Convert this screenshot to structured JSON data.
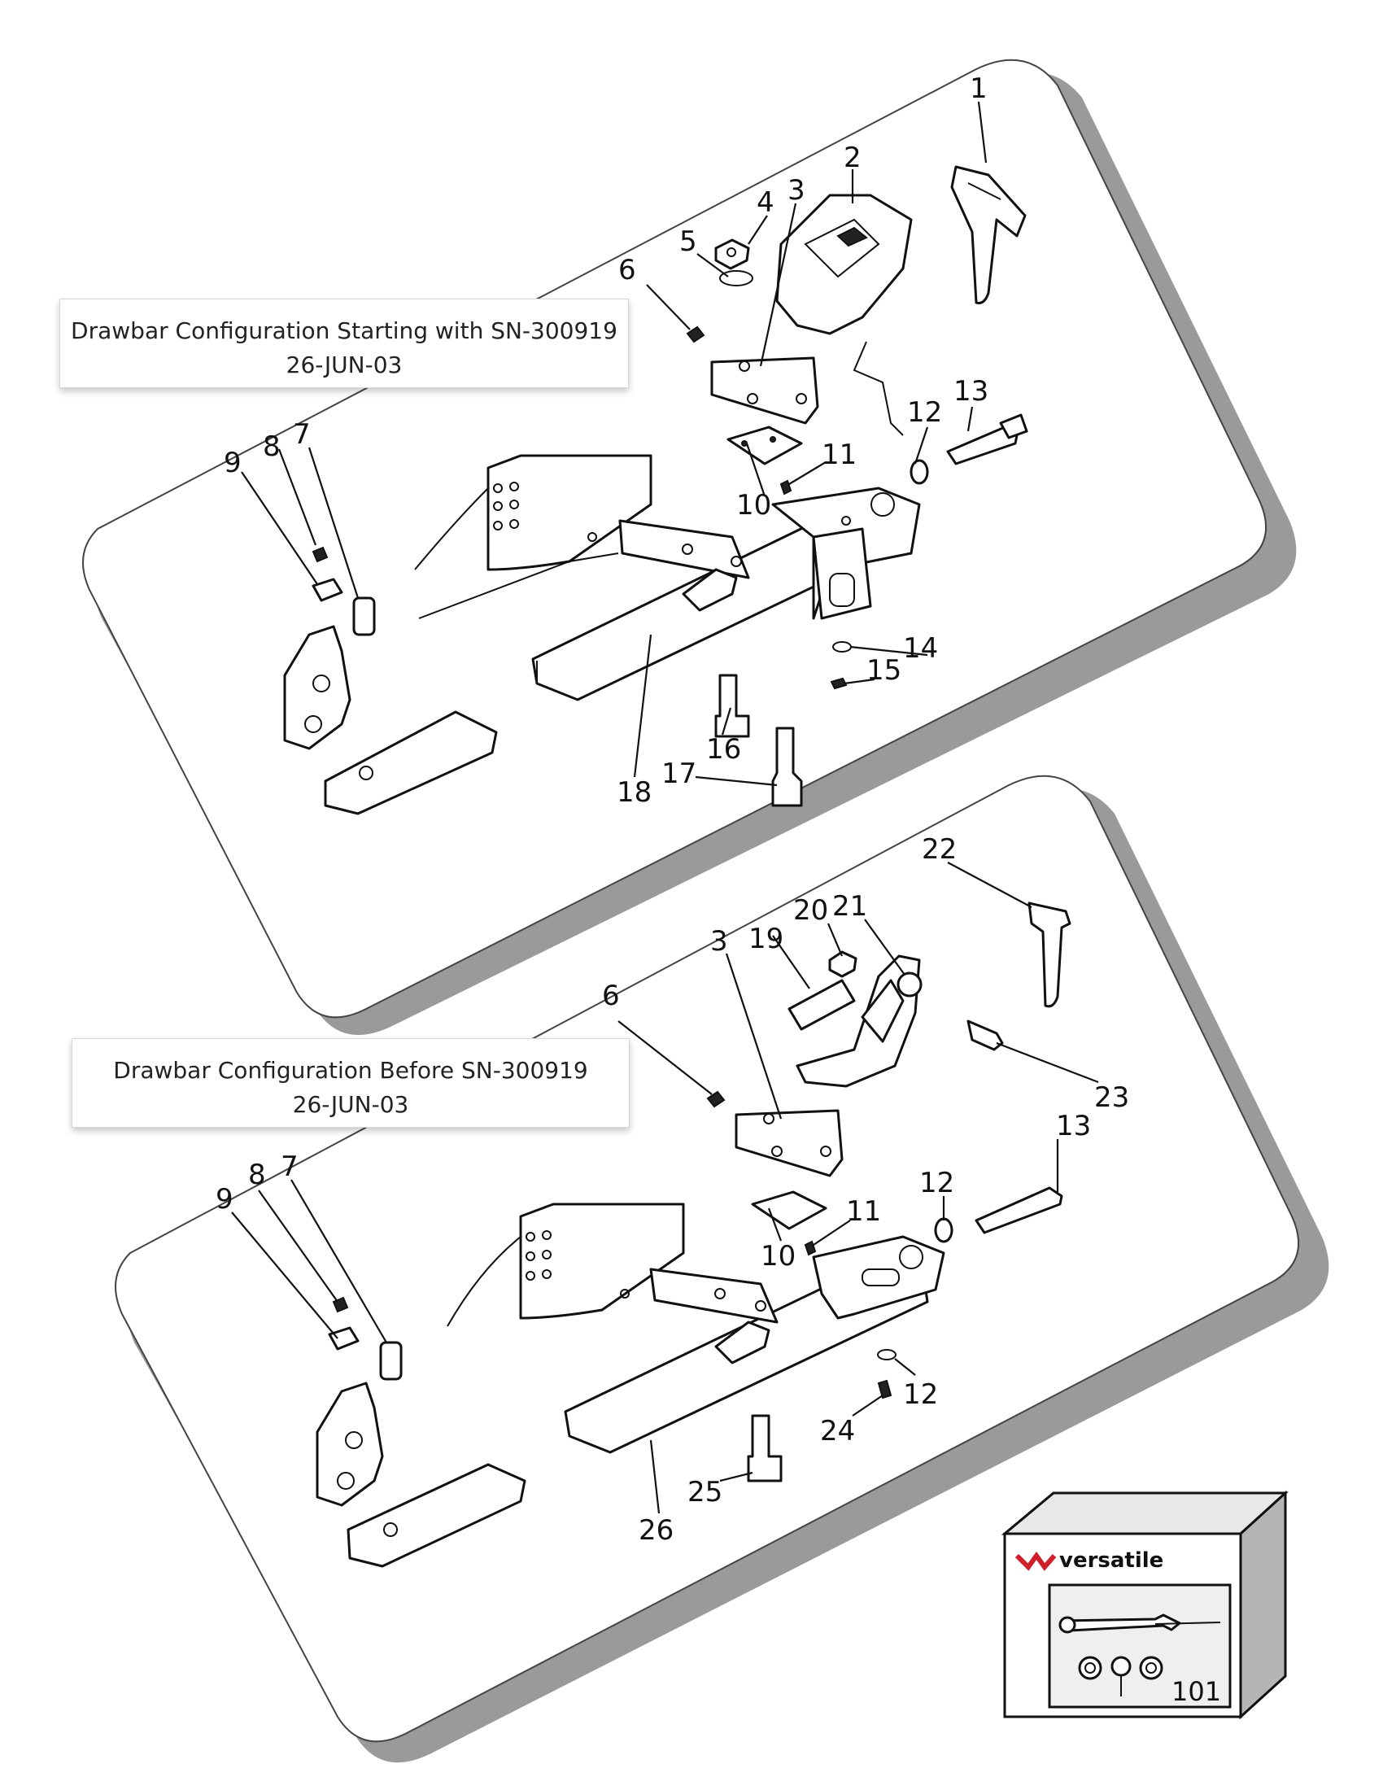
{
  "captions": {
    "top": {
      "title": "Drawbar Configuration Starting with SN-300919",
      "date": "26-JUN-03"
    },
    "bottom": {
      "title": "Drawbar Configuration Before SN-300919",
      "date": "26-JUN-03"
    }
  },
  "callouts_top": [
    "1",
    "2",
    "3",
    "4",
    "5",
    "6",
    "7",
    "8",
    "9",
    "10",
    "11",
    "12",
    "13",
    "14",
    "15",
    "16",
    "17",
    "18"
  ],
  "callouts_bottom": [
    "3",
    "6",
    "7",
    "8",
    "9",
    "10",
    "11",
    "12",
    "12",
    "13",
    "19",
    "20",
    "21",
    "22",
    "23",
    "24",
    "25",
    "26"
  ],
  "kit": {
    "brand": "versatile",
    "number": "101"
  },
  "colors": {
    "shadow": "#9a9a9a",
    "panel": "#ffffff",
    "ink": "#111111",
    "brand_red": "#d0202a"
  }
}
